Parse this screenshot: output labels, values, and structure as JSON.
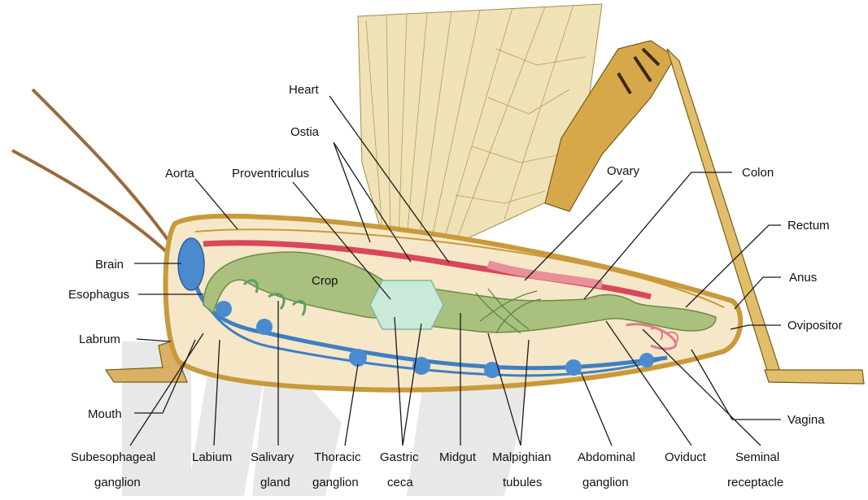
{
  "labels": {
    "heart": "Heart",
    "ostia": "Ostia",
    "aorta": "Aorta",
    "proventriculus": "Proventriculus",
    "ovary": "Ovary",
    "colon": "Colon",
    "rectum": "Rectum",
    "brain": "Brain",
    "crop": "Crop",
    "anus": "Anus",
    "esophagus": "Esophagus",
    "ovipositor": "Ovipositor",
    "labrum": "Labrum",
    "mouth": "Mouth",
    "vagina": "Vagina",
    "subesophageal_1": "Subesophageal",
    "subesophageal_2": "ganglion",
    "labium": "Labium",
    "salivary_1": "Salivary",
    "salivary_2": "gland",
    "thoracic_1": "Thoracic",
    "thoracic_2": "ganglion",
    "gastric_1": "Gastric",
    "gastric_2": "ceca",
    "midgut": "Midgut",
    "malpighian_1": "Malpighian",
    "malpighian_2": "tubules",
    "abdominal_1": "Abdominal",
    "abdominal_2": "ganglion",
    "oviduct": "Oviduct",
    "seminal_1": "Seminal",
    "seminal_2": "receptacle"
  },
  "colors": {
    "body": "#f6e7c8",
    "exoskeleton": "#c89a3c",
    "gut": "#a9c07e",
    "nerve": "#3f7fc1",
    "vessel": "#d9475a",
    "wing": "#e8d9a8",
    "ceca": "#c9ead8",
    "watermark": "#e6e6e6"
  }
}
